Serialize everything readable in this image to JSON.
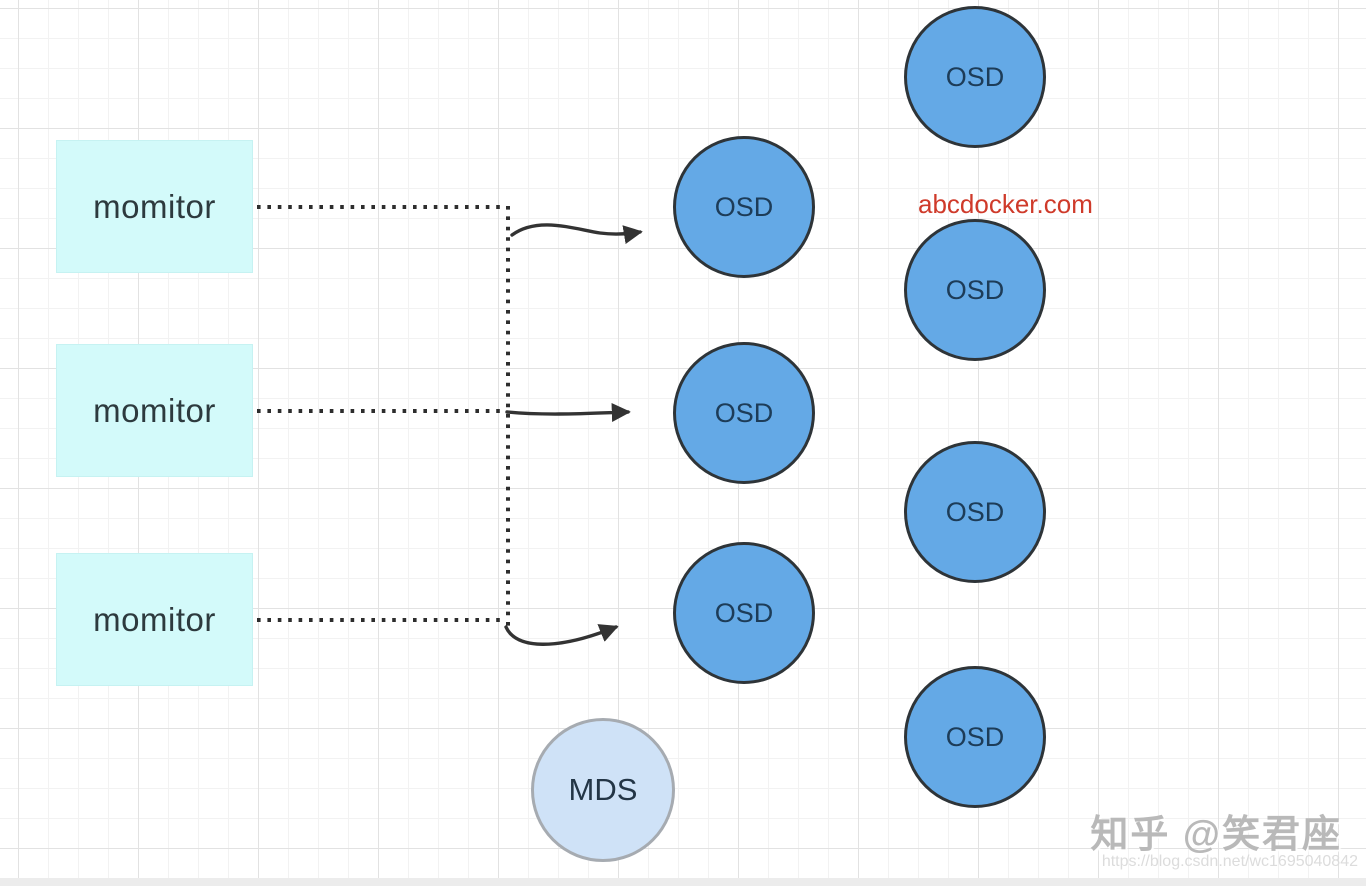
{
  "diagram": {
    "title": "ceph-architecture-diagram",
    "monitors": [
      {
        "id": "monitor-1",
        "label": "momitor"
      },
      {
        "id": "monitor-2",
        "label": "momitor"
      },
      {
        "id": "monitor-3",
        "label": "momitor"
      }
    ],
    "osd_column_middle": [
      {
        "id": "osd-middle-1",
        "label": "OSD"
      },
      {
        "id": "osd-middle-2",
        "label": "OSD"
      },
      {
        "id": "osd-middle-3",
        "label": "OSD"
      }
    ],
    "osd_column_right": [
      {
        "id": "osd-right-1",
        "label": "OSD"
      },
      {
        "id": "osd-right-2",
        "label": "OSD"
      },
      {
        "id": "osd-right-3",
        "label": "OSD"
      },
      {
        "id": "osd-right-4",
        "label": "OSD"
      }
    ],
    "mds": {
      "id": "mds-1",
      "label": "MDS"
    },
    "connections": [
      {
        "from": "monitor-1",
        "via": "dotted-bus",
        "to": "osd-middle-1",
        "style": "dotted line then solid curved arrow"
      },
      {
        "from": "monitor-2",
        "via": "dotted-bus",
        "to": "osd-middle-2",
        "style": "dotted line then solid straight arrow"
      },
      {
        "from": "monitor-3",
        "via": "dotted-bus",
        "to": "osd-middle-3",
        "style": "dotted line then solid curved arrow"
      }
    ]
  },
  "watermarks": {
    "site_label": "abcdocker.com",
    "zhihu_label": "知乎 @笑君座",
    "csdn_url": "https://blog.csdn.net/wc1695040842"
  },
  "colors": {
    "osd_fill": "#64a9e6",
    "osd_border": "#2e3438",
    "osd_text": "#1d3c58",
    "monitor_fill": "#d3fafa",
    "monitor_text": "#2d3a3e",
    "mds_fill": "#cfe2f7",
    "mds_border": "#a6abb1",
    "connector": "#333333",
    "site_watermark": "#cf3a2a",
    "zhihu_watermark": "#b9b9b9",
    "csdn_watermark": "#dcdcdc",
    "grid_minor": "#f2f2f2",
    "grid_major": "#e2e2e2"
  }
}
